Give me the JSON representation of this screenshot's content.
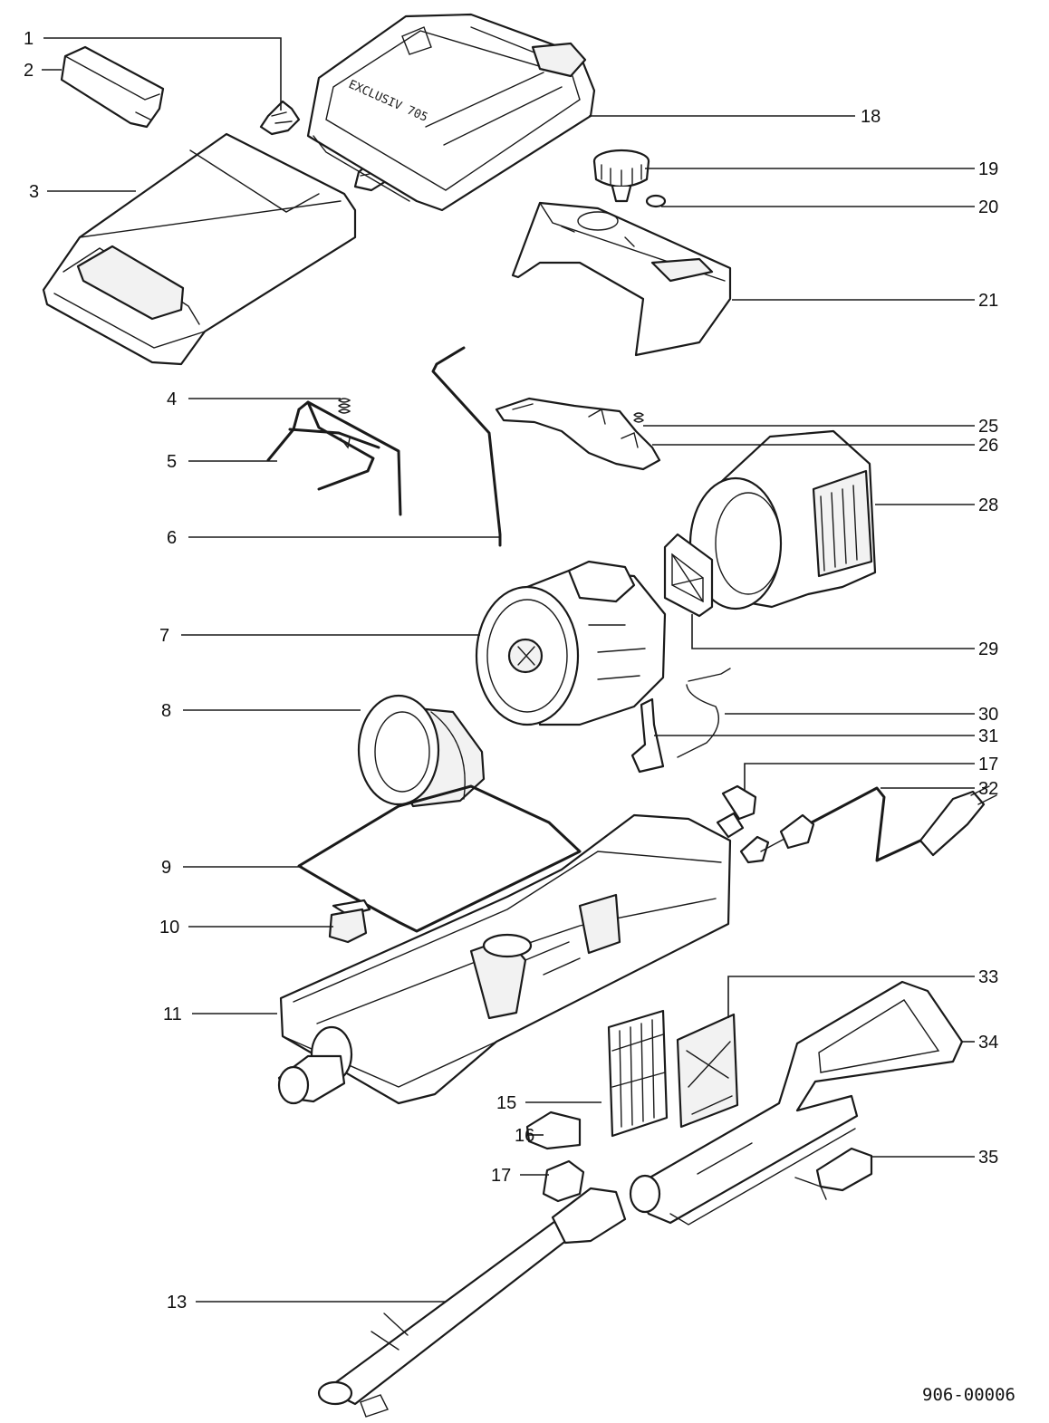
{
  "diagram": {
    "document_code": "906-00006",
    "brand_text": "EXCLUSIV 705",
    "callouts": [
      {
        "label": "1"
      },
      {
        "label": "2"
      },
      {
        "label": "3"
      },
      {
        "label": "4"
      },
      {
        "label": "5"
      },
      {
        "label": "6"
      },
      {
        "label": "7"
      },
      {
        "label": "8"
      },
      {
        "label": "9"
      },
      {
        "label": "10"
      },
      {
        "label": "11"
      },
      {
        "label": "13"
      },
      {
        "label": "15"
      },
      {
        "label": "16"
      },
      {
        "label": "17"
      },
      {
        "label": "18"
      },
      {
        "label": "19"
      },
      {
        "label": "20"
      },
      {
        "label": "21"
      },
      {
        "label": "25"
      },
      {
        "label": "26"
      },
      {
        "label": "28"
      },
      {
        "label": "29"
      },
      {
        "label": "30"
      },
      {
        "label": "31"
      },
      {
        "label": "17"
      },
      {
        "label": "32"
      },
      {
        "label": "33"
      },
      {
        "label": "34"
      },
      {
        "label": "35"
      }
    ]
  }
}
